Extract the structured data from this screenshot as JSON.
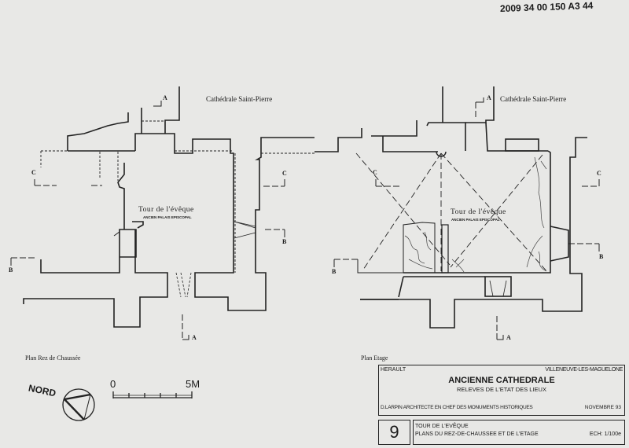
{
  "archive_ref": "2009 34 00 150 A3 44",
  "plans": [
    {
      "title": "Plan  Rez de Chaussée",
      "cathedral_label": "Cathédrale Saint-Pierre",
      "tower_label": "Tour de  l'évêque",
      "tower_sublabel": "ANCIEN PALAIS EPISCOPAL",
      "section_marks": {
        "a_top": "A",
        "a_bottom": "A",
        "b_left": "B",
        "b_right": "B",
        "c_left": "C",
        "c_right": "C"
      }
    },
    {
      "title": "Plan  Etage",
      "cathedral_label": "Cathédrale Saint-Pierre",
      "tower_label": "Tour de  l'évêque",
      "tower_sublabel": "ANCIEN PALAIS EPISCOPAL",
      "section_marks": {
        "a_top": "A",
        "a_bottom": "A",
        "b_left": "B",
        "b_right": "B",
        "c_left": "C",
        "c_right": "C"
      }
    }
  ],
  "north": {
    "label": "NORD"
  },
  "scale_bar": {
    "start": "0",
    "end": "5M",
    "divisions": 5
  },
  "title_block": {
    "department": "HERAULT",
    "town": "VILLENEUVE-LES-MAGUELONE",
    "title": "ANCIENNE  CATHEDRALE",
    "subtitle": "RELEVES DE L'ETAT DES LIEUX",
    "architect": "D.LARPIN  ARCHITECTE EN CHEF DES MONUMENTS HISTORIQUES",
    "date": "NOVEMBRE 93",
    "sheet_number": "9",
    "sheet_title_1": "TOUR DE L'EVÊQUE",
    "sheet_title_2": "PLANS DU REZ-DE-CHAUSSEE ET DE L'ETAGE",
    "scale": "ECH: 1/100e"
  }
}
